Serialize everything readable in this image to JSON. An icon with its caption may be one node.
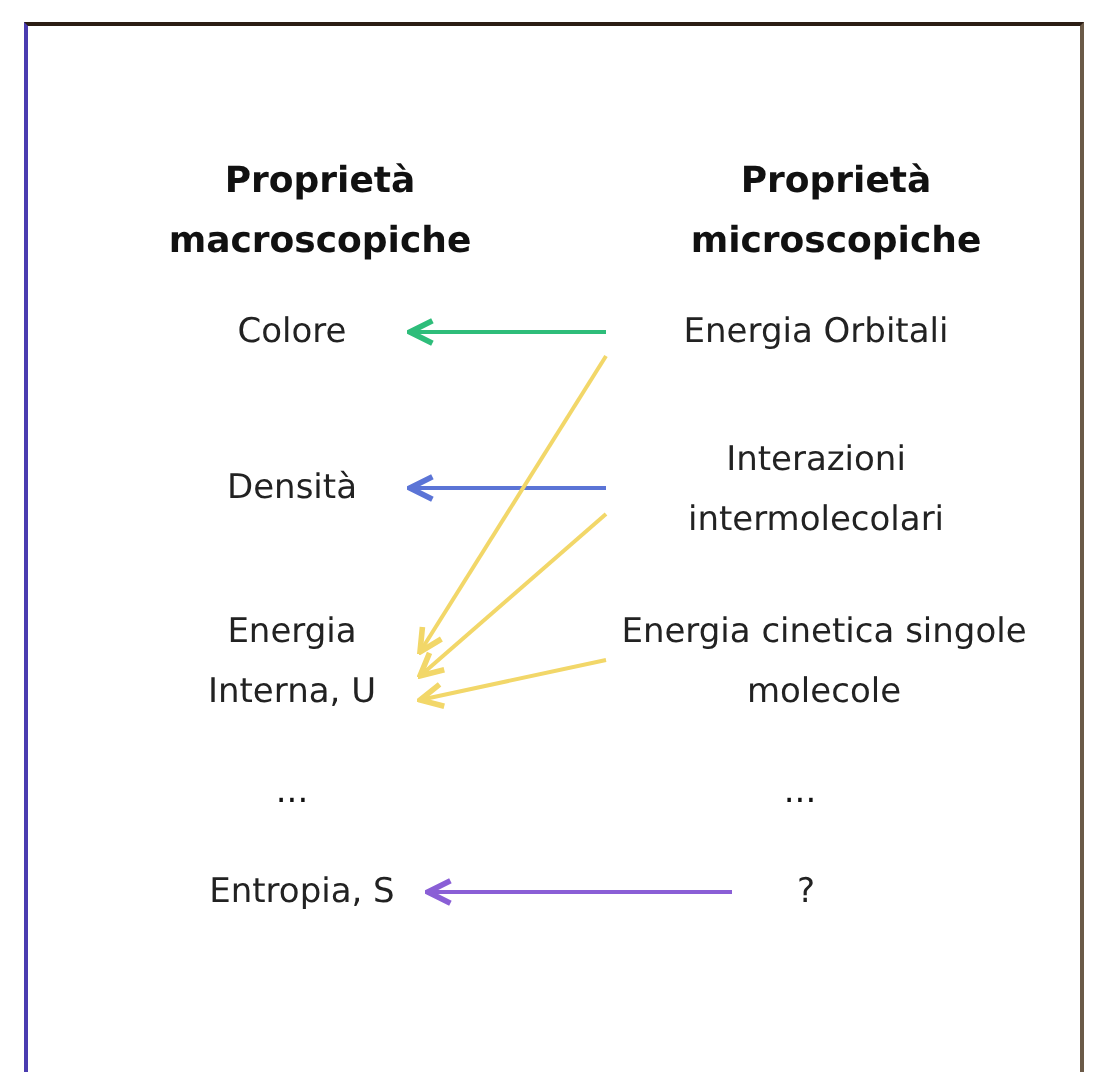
{
  "diagram": {
    "nodes": [
      {
        "text": [
          "Colore"
        ]
      },
      {
        "text": [
          "Energia Orbitali"
        ]
      },
      {
        "text": [
          "Densità"
        ]
      },
      {
        "text": [
          "Interazioni intermolecolari"
        ]
      },
      {
        "text": [
          "Energia Interna, U"
        ]
      },
      {
        "text": [
          "Energia cinetica singole molecole"
        ]
      },
      {
        "text": [
          "Entropia, S"
        ]
      },
      {
        "text": [
          "?"
        ]
      }
    ],
    "edges": [
      {
        "from": 1,
        "to": 0,
        "arrow": "to",
        "color": "#2ebd7a"
      },
      {
        "from": 3,
        "to": 2,
        "arrow": "to",
        "color": "#5b74d6"
      },
      {
        "from": 1,
        "to": 4,
        "arrow": "to"
      },
      {
        "from": 3,
        "to": 4,
        "arrow": "to"
      },
      {
        "from": 5,
        "to": 4,
        "arrow": "to"
      },
      {
        "from": 7,
        "to": 6,
        "arrow": "to",
        "color": "#8a5fd6"
      }
    ],
    "labels": [
      "Proprietà macroscopiche",
      "Proprietà microscopiche",
      "...",
      "..."
    ]
  }
}
